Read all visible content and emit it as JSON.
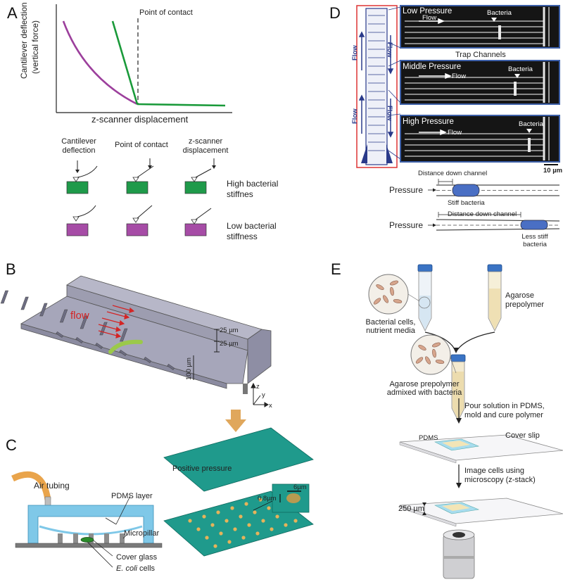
{
  "panels": {
    "a": "A",
    "b": "B",
    "c": "C",
    "d": "D",
    "e": "E"
  },
  "panel_a": {
    "ylabel_1": "Cantilever deflection",
    "ylabel_2": "(vertical force)",
    "xlabel": "z-scanner displacement",
    "point_of_contact_top": "Point of contact",
    "col1_1": "Cantilever",
    "col1_2": "deflection",
    "col2": "Point of contact",
    "col3_1": "z-scanner",
    "col3_2": "displacement",
    "row1_1": "High bacterial",
    "row1_2": "stiffnes",
    "row2_1": "Low bacterial",
    "row2_2": "stiffness",
    "colors": {
      "high": "#1f9a4a",
      "low": "#a64ca6",
      "curve_green": "#1a9a3a",
      "curve_purple": "#9c3f9c"
    }
  },
  "panel_b": {
    "flow": "flow",
    "dim_25a": "25 µm",
    "dim_25b": "25 µm",
    "dim_100": "100 µm",
    "axis_z": "z",
    "axis_y": "y",
    "axis_x": "x"
  },
  "panel_c": {
    "air_tubing": "Air tubing",
    "pdms_layer": "PDMS layer",
    "micropillar": "Micropillar",
    "cover_glass": "Cover glass",
    "ecoli_italic": "E. coli",
    "ecoli_rest": " cells",
    "positive_pressure": "Positive pressure",
    "dim_6": "6µm",
    "dim_08": "0.8µm"
  },
  "panel_d": {
    "low_pressure": "Low Pressure",
    "middle_pressure": "Middle Pressure",
    "high_pressure": "High Pressure",
    "bacteria": "Bacteria",
    "flow": "Flow",
    "trap_channels": "Trap Channels",
    "scale": "10 µm",
    "side_flow": "Flow",
    "pressure": "Pressure",
    "distance": "Distance down channel",
    "stiff": "Stiff bacteria",
    "less_stiff_1": "Less stiff",
    "less_stiff_2": "bacteria"
  },
  "panel_e": {
    "bacterial_1": "Bacterial cells,",
    "bacterial_2": "nutrient media",
    "agarose_1": "Agarose",
    "agarose_2": "prepolymer",
    "admixed_1": "Agarose prepolymer",
    "admixed_2": "admixed with bacteria",
    "pour_1": "Pour solution in PDMS,",
    "pour_2": "mold and cure polymer",
    "pdms": "PDMS",
    "cover_slip": "Cover slip",
    "image_1": "Image cells using",
    "image_2": "microscopy (z-stack)",
    "dim_250": "250 µm"
  }
}
